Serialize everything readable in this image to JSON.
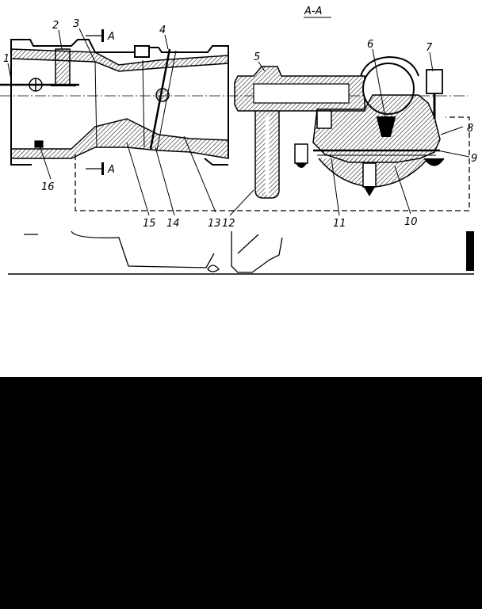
{
  "section_title": "A-A",
  "section_marks": [
    "A",
    "A"
  ],
  "callouts": [
    "1",
    "2",
    "3",
    "4",
    "5",
    "6",
    "7",
    "8",
    "9",
    "10",
    "11",
    "12",
    "13",
    "14",
    "15",
    "16"
  ],
  "colors": {
    "ink": "#000000",
    "paper": "#ffffff",
    "hatch": "#222222"
  }
}
